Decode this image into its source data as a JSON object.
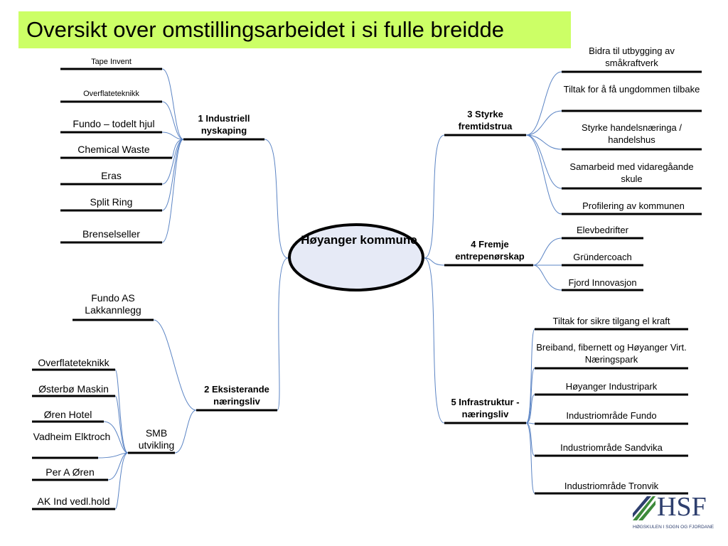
{
  "title": "Oversikt over omstillingsarbeidet i si fulle breidde",
  "center": "Høyanger kommune",
  "branches": {
    "b1": "1 Industriell nyskaping",
    "b2": "2 Eksisterande næringsliv",
    "b3": "3 Styrke fremtidstrua",
    "b4": "4 Fremje entrepenørskap",
    "b5": "5 Infrastruktur - næringsliv"
  },
  "b1_items": [
    "Tape Invent",
    "Overflateteknikk",
    "Fundo – todelt hjul",
    "Chemical Waste",
    "Eras",
    "Split Ring",
    "Brenselseller"
  ],
  "b2_items": [
    "Fundo AS Lakkannlegg",
    "SMB utvikling"
  ],
  "smb_items": [
    "Overflateteknikk",
    "Østerbø Maskin",
    "Øren Hotel",
    "Vadheim Elktroch",
    "Per A Øren",
    "AK Ind vedl.hold"
  ],
  "b3_items": [
    "Bidra til utbygging av småkraftverk",
    "Tiltak for å få ungdommen tilbake",
    "Styrke handelsnæringa / handelshus",
    "Samarbeid med vidaregåande skule",
    "Profilering av kommunen"
  ],
  "b4_items": [
    "Elevbedrifter",
    "Gründercoach",
    "Fjord Innovasjon"
  ],
  "b5_items": [
    "Tiltak for sikre tilgang el kraft",
    "Breiband, fibernett og Høyanger Virt. Næringspark",
    "Høyanger Industripark",
    "Industriområde Fundo",
    "Industriområde Sandvika",
    "Industriområde Tronvik"
  ],
  "logo": {
    "text": "HSF",
    "tagline": "HØGSKULEN I SOGN OG FJORDANE",
    "color": "#2e3f6e",
    "accent": "#3d8a3a"
  },
  "colors": {
    "title_bg": "#ccff66",
    "connector": "#5b84c4",
    "underline": "#000000",
    "center_fill": "#e6eaf6"
  }
}
